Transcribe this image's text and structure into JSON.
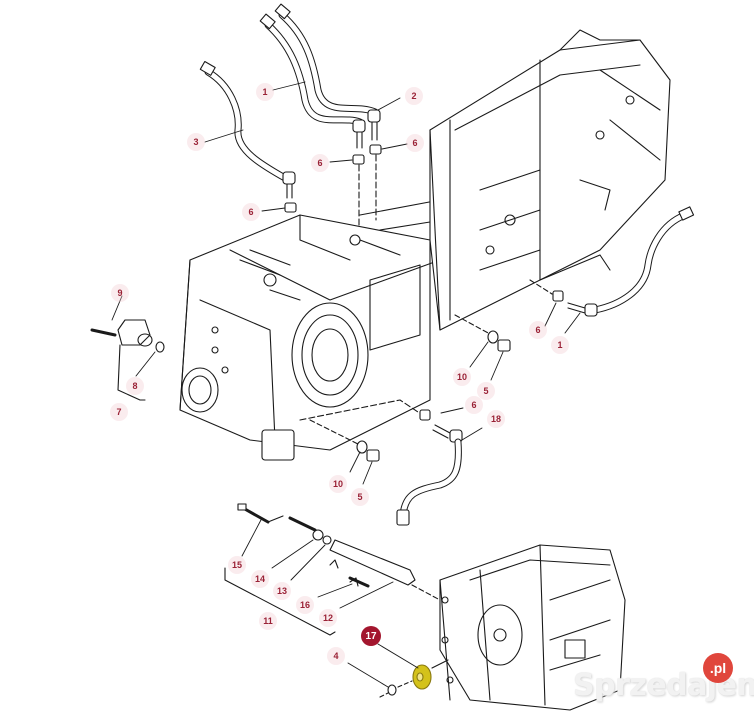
{
  "diagram": {
    "title": "Transmission housing exploded parts diagram",
    "label_color": "#9a2236",
    "highlight_color": "#a3162e",
    "highlighted_part_color": "#d4c21a",
    "callouts": [
      {
        "id": "c1a",
        "text": "1"
      },
      {
        "id": "c2",
        "text": "2"
      },
      {
        "id": "c3",
        "text": "3"
      },
      {
        "id": "c6a",
        "text": "6"
      },
      {
        "id": "c6b",
        "text": "6"
      },
      {
        "id": "c6c",
        "text": "6"
      },
      {
        "id": "c9",
        "text": "9"
      },
      {
        "id": "c8",
        "text": "8"
      },
      {
        "id": "c7",
        "text": "7"
      },
      {
        "id": "c6d",
        "text": "6"
      },
      {
        "id": "c1b",
        "text": "1"
      },
      {
        "id": "c10a",
        "text": "10"
      },
      {
        "id": "c5a",
        "text": "5"
      },
      {
        "id": "c6e",
        "text": "6"
      },
      {
        "id": "c18",
        "text": "18"
      },
      {
        "id": "c10b",
        "text": "10"
      },
      {
        "id": "c5b",
        "text": "5"
      },
      {
        "id": "c15",
        "text": "15"
      },
      {
        "id": "c14",
        "text": "14"
      },
      {
        "id": "c13",
        "text": "13"
      },
      {
        "id": "c16",
        "text": "16"
      },
      {
        "id": "c11",
        "text": "11"
      },
      {
        "id": "c12",
        "text": "12"
      },
      {
        "id": "c17",
        "text": "17"
      },
      {
        "id": "c4",
        "text": "4"
      }
    ],
    "highlighted_callout": "17"
  },
  "watermark": {
    "text": "Sprzedajemy",
    "badge": ".pl"
  }
}
